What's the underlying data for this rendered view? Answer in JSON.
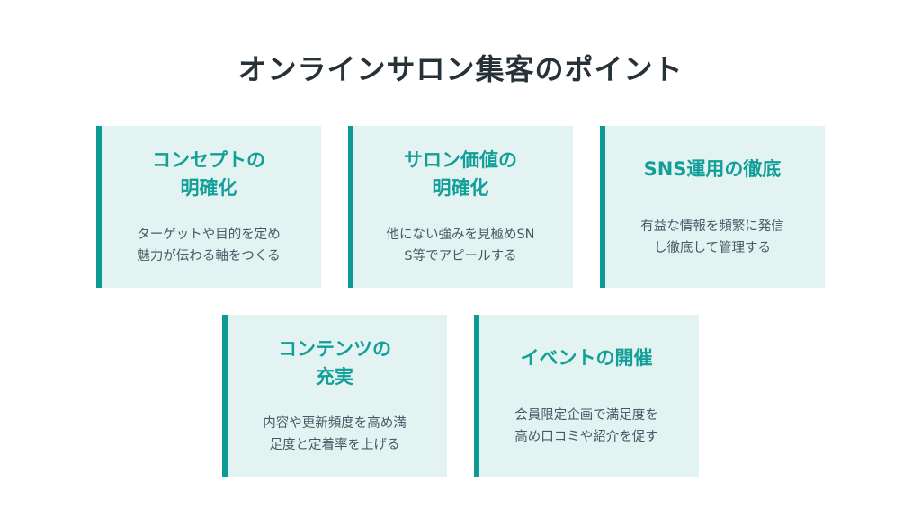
{
  "title": "オンラインサロン集客のポイント",
  "cards": [
    {
      "title": "コンセプトの\n明確化",
      "desc": "ターゲットや目的を定め\n魅力が伝わる軸をつくる"
    },
    {
      "title": "サロン価値の\n明確化",
      "desc": "他にない強みを見極めSN\nS等でアピールする"
    },
    {
      "title": "SNS運用の徹底",
      "desc": "有益な情報を頻繁に発信\nし徹底して管理する"
    },
    {
      "title": "コンテンツの\n充実",
      "desc": "内容や更新頻度を高め満\n足度と定着率を上げる"
    },
    {
      "title": "イベントの開催",
      "desc": "会員限定企画で満足度を\n高め口コミや紹介を促す"
    }
  ],
  "colors": {
    "accent": "#0e9a94",
    "card_bg": "#e3f3f2",
    "title": "#263238",
    "text": "#455a64"
  }
}
